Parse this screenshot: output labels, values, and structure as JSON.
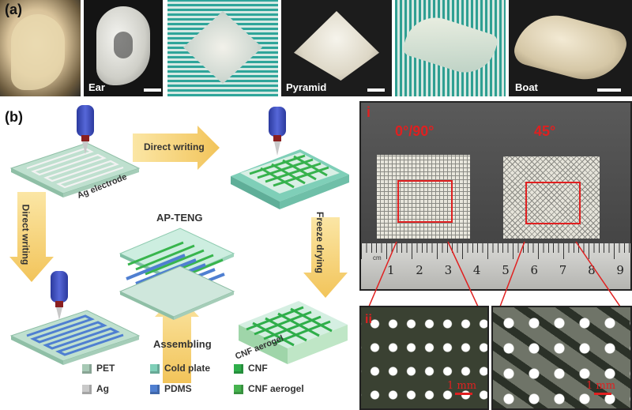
{
  "panel_a": {
    "label": "(a)",
    "captions": [
      "Ear",
      "Pyramid",
      "Boat"
    ]
  },
  "panel_b": {
    "label": "(b)",
    "electrode_label": "Ag electrode",
    "arrows": {
      "top": "Direct writing",
      "left": "Direct writing",
      "right": "Freeze drying",
      "bottom": "Assembling"
    },
    "center_label": "AP-TENG",
    "aerogel_label": "CNF aerogel",
    "legend": [
      {
        "name": "PET",
        "color": "#a7c9b5"
      },
      {
        "name": "Cold plate",
        "color": "#7fcfb8"
      },
      {
        "name": "CNF",
        "color": "#2fae4a"
      },
      {
        "name": "Ag",
        "color": "#c9c9c9"
      },
      {
        "name": "PDMS",
        "color": "#4f7fd1"
      },
      {
        "name": "CNF aerogel",
        "color": "#46b34f"
      }
    ]
  },
  "panel_i": {
    "index": "i",
    "angle_left": "0°/90°",
    "angle_right": "45°",
    "ruler_unit": "cm",
    "ruler_numbers": [
      "1",
      "2",
      "3",
      "4",
      "5",
      "6",
      "7",
      "8",
      "9"
    ]
  },
  "panel_ii": {
    "index": "ii",
    "scale_left": "1 mm",
    "scale_right": "1 mm"
  }
}
